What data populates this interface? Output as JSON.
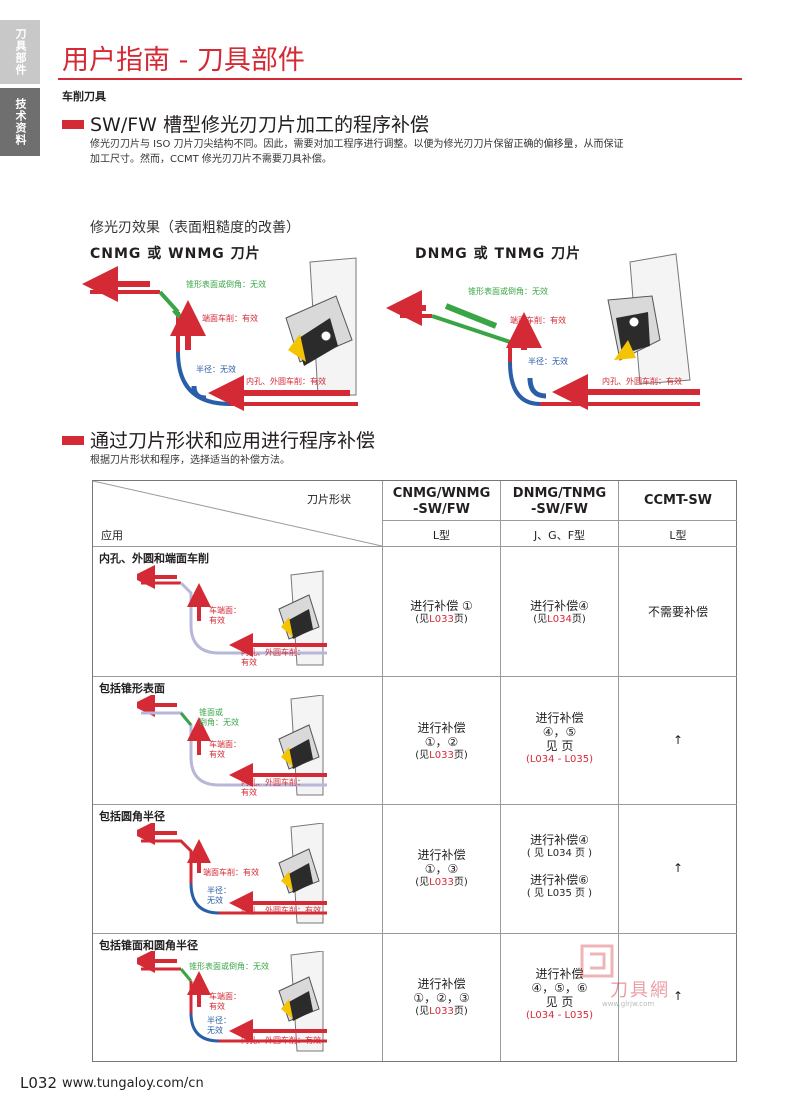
{
  "sidebar": {
    "tab1": "刀具部件",
    "tab2": "技术资料"
  },
  "header": {
    "title": "用户指南 - 刀具部件",
    "category": "车削刀具"
  },
  "section1": {
    "title": "SW/FW 槽型修光刃刀片加工的程序补偿",
    "desc_line1": "修光刃刀片与 ISO 刀片刀尖结构不同。因此，需要对加工程序进行调整。以便为修光刃刀片保留正确的偏移量，从而保证",
    "desc_line2": "加工尺寸。然而，CCMT 修光刃刀片不需要刀具补偿。"
  },
  "figure": {
    "title": "修光刃效果（表面粗糙度的改善）",
    "left_sub": "CNMG 或 WNMG 刀片",
    "right_sub": "DNMG 或 TNMG 刀片",
    "lbl_taper": "锥形表面或倒角：无效",
    "lbl_face": "端面车削：有效",
    "lbl_radius": "半径：无效",
    "lbl_bore": "内孔、外圆车削：有效"
  },
  "section2": {
    "title": "通过刀片形状和应用进行程序补偿",
    "desc": "根据刀片形状和程序，选择适当的补偿方法。"
  },
  "table": {
    "shape_label": "刀片形状",
    "app_label": "应用",
    "columns": [
      {
        "head1": "CNMG/WNMG",
        "head2": "-SW/FW",
        "type": "L型"
      },
      {
        "head1": "DNMG/TNMG",
        "head2": "-SW/FW",
        "type": "J、G、F型"
      },
      {
        "head1": "CCMT-SW",
        "head2": "",
        "type": "L型"
      }
    ],
    "rows": [
      {
        "title": "内孔、外圆和端面车削",
        "lbl_a": "车端面：",
        "lbl_a2": "有效",
        "lbl_b": "内孔、外圆车削：",
        "lbl_b2": "有效",
        "c1_main": "进行补偿 ①",
        "c1_ref_pre": "(见",
        "c1_ref": "L033",
        "c1_ref_post": "页)",
        "c2_main": "进行补偿④",
        "c2_ref_pre": "(见",
        "c2_ref": "L034",
        "c2_ref_post": "页)",
        "c3": "不需要补偿"
      },
      {
        "title": "包括锥形表面",
        "lbl_t": "锥面或",
        "lbl_t2": "倒角：无效",
        "lbl_a": "车端面：",
        "lbl_a2": "有效",
        "lbl_b": "内孔、外圆车削：",
        "lbl_b2": "有效",
        "c1_main": "进行补偿",
        "c1_num": "①，②",
        "c1_ref_pre": "(见",
        "c1_ref": "L033",
        "c1_ref_post": "页)",
        "c2_main": "进行补偿",
        "c2_num": "④，⑤",
        "c2_see": "见 页",
        "c2_ref": "(L034 - L035)",
        "c3": "↑"
      },
      {
        "title": "包括圆角半径",
        "lbl_a": "端面车削：有效",
        "lbl_r": "半径：",
        "lbl_r2": "无效",
        "lbl_b": "内孔、外圆车削：有效",
        "c1_main": "进行补偿",
        "c1_num": "①，③",
        "c1_ref_pre": "(见",
        "c1_ref": "L033",
        "c1_ref_post": "页)",
        "c2_main1": "进行补偿④",
        "c2_ref1": "( 见 L034 页 )",
        "c2_main2": "进行补偿⑥",
        "c2_ref2": "( 见 L035 页 )",
        "c3": "↑"
      },
      {
        "title": "包括锥面和圆角半径",
        "lbl_t": "锥形表面或倒角：无效",
        "lbl_a": "车端面：",
        "lbl_a2": "有效",
        "lbl_r": "半径：",
        "lbl_r2": "无效",
        "lbl_b": "内孔、外圆车削：有效",
        "c1_main": "进行补偿",
        "c1_num": "①，②，③",
        "c1_ref_pre": "(见",
        "c1_ref": "L033",
        "c1_ref_post": "页)",
        "c2_main": "进行补偿",
        "c2_num": "④，⑤，⑥",
        "c2_see": "见 页",
        "c2_ref": "(L034 - L035)",
        "c3": "↑"
      }
    ]
  },
  "footer": {
    "page": "L032",
    "url": "www.tungaloy.com/cn"
  },
  "watermark": {
    "text": "刀具網",
    "url": "www.glrjw.com"
  },
  "colors": {
    "accent": "#d42a36",
    "green": "#3aa547",
    "blue": "#2b5ea8",
    "gray": "#8c8c8c"
  }
}
